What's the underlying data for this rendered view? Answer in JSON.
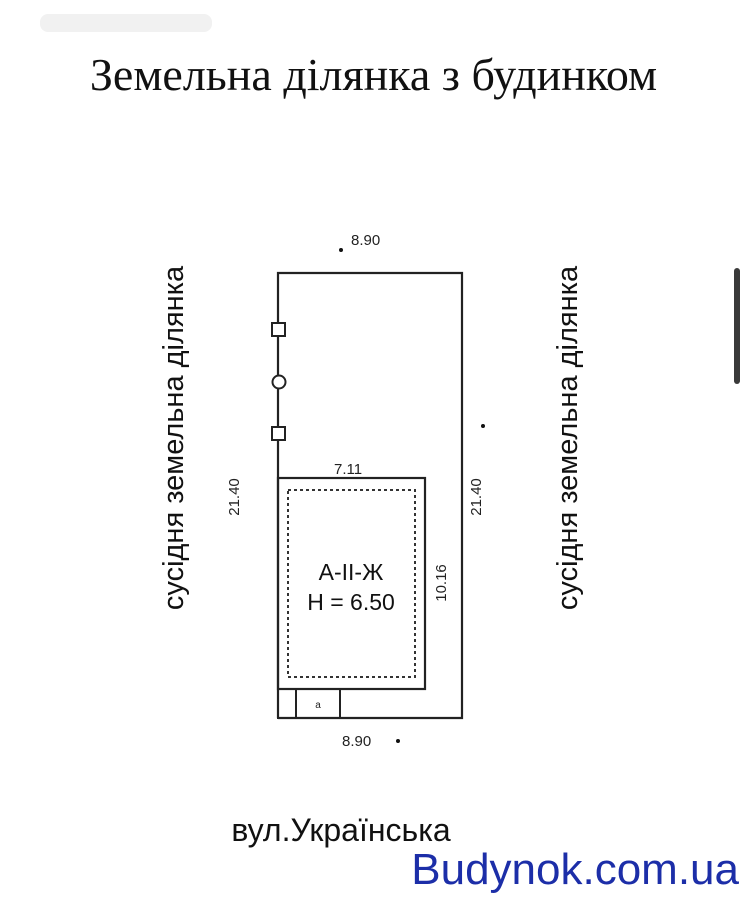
{
  "title": "Земельна ділянка з будинком",
  "labels": {
    "left_neighbor": "сусідня земельна ділянка",
    "right_neighbor": "сусідня земельна ділянка",
    "street": "вул.Українська"
  },
  "dimensions": {
    "top_width": "8.90",
    "bottom_width": "8.90",
    "left_length": "21.40",
    "right_length": "21.40",
    "house_width": "7.11",
    "house_depth": "10.16"
  },
  "house": {
    "code": "А-II-Ж",
    "height": "H = 6.50"
  },
  "watermark": "Budynok.com.ua"
}
